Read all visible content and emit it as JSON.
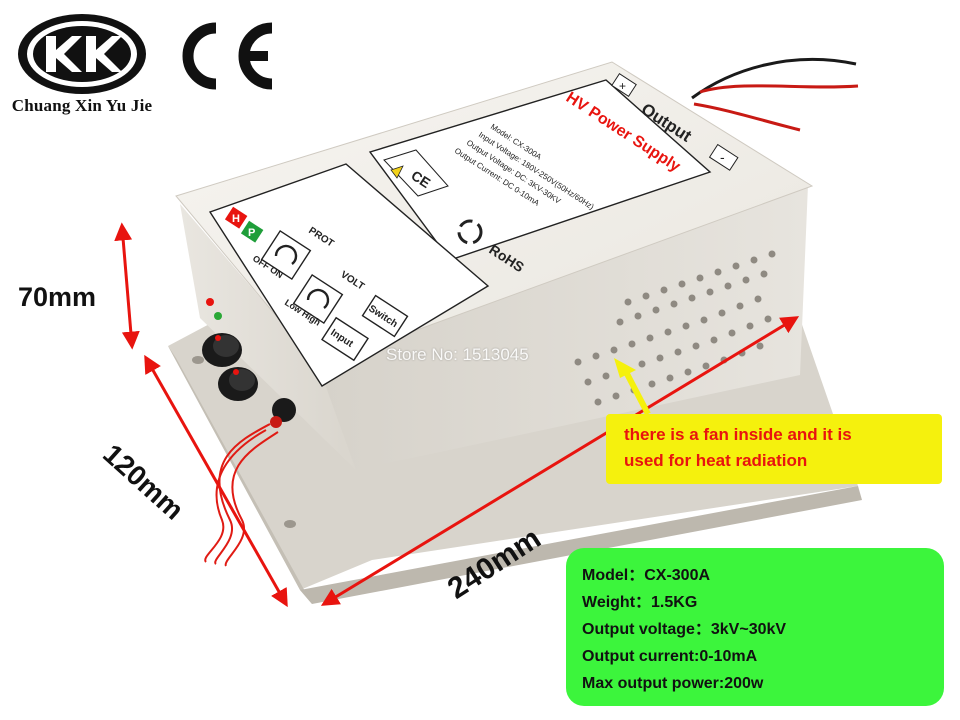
{
  "brand": {
    "name": "Chuang Xin Yu Jie",
    "certification": "CE"
  },
  "dimensions": {
    "height": "70mm",
    "depth": "120mm",
    "length": "240mm"
  },
  "device": {
    "label_title": "HV Power Supply",
    "model": "Model:  CX-300A",
    "input_voltage": "Input Voltage:  180V-250V(50Hz/60Hz)",
    "output_voltage": "Output Voltage:  DC: 3KV-30KV",
    "output_current": "Output Current:  DC 0-10mA",
    "rohs": "RoHS",
    "output_label": "Output",
    "plus": "+",
    "minus": "-",
    "h_badge": "H",
    "p_badge": "P",
    "prot_label": "PROT",
    "volt_label": "VOLT",
    "switch_label": "Switch",
    "input_label": "Input",
    "off_on": "OFF  ON",
    "low_high": "Low High"
  },
  "store_watermark": "Store No: 1513045",
  "callout": {
    "line1": "there is a fan inside and it is",
    "line2": "used for heat radiation"
  },
  "specs": [
    "Model：CX-300A",
    "Weight：1.5KG",
    "Output voltage：3kV~30kV",
    "Output current:0-10mA",
    "Max output power:200w"
  ],
  "colors": {
    "accent_red": "#e8140f",
    "callout_yellow": "#f5f10d",
    "spec_green": "#3cf53c"
  }
}
